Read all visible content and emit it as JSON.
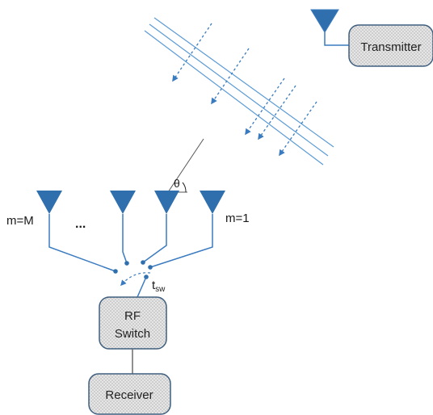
{
  "labels": {
    "transmitter": "Transmitter",
    "rf_switch_line1": "RF",
    "rf_switch_line2": "Switch",
    "receiver": "Receiver",
    "antenna_m_M": "m=M",
    "antenna_m_1": "m=1",
    "ellipsis": "...",
    "theta": "θ",
    "tsw_main": "t",
    "tsw_sub": "sw"
  },
  "colors": {
    "antenna_fill": "#2f6fad",
    "line": "#3a7bbf",
    "wave": "#5b9bd5",
    "box_fill": "#d9d9d9",
    "box_border": "#3f5f7f",
    "dark_line": "#6b6b6b"
  }
}
